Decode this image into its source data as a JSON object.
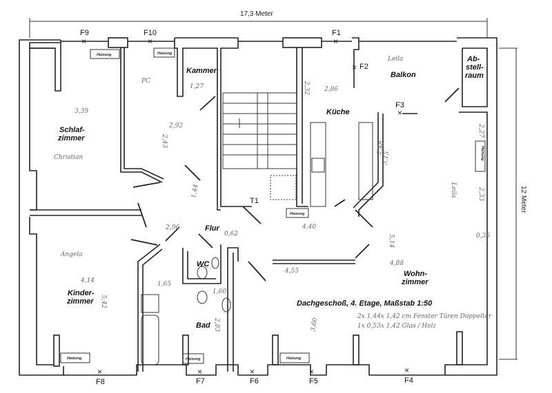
{
  "dimensions": {
    "width": "17,3 Meter",
    "height": "12 Meter"
  },
  "windows": [
    "F1",
    "F2",
    "F3",
    "F4",
    "F5",
    "F6",
    "F7",
    "F8",
    "F9",
    "F10"
  ],
  "heating_label": "Heizung",
  "rooms": {
    "kammer": "Kammer",
    "schlaf1": "Schlaf-",
    "schlaf2": "zimmer",
    "kueche": "Küche",
    "balkon": "Balkon",
    "abstell1": "Ab-",
    "abstell2": "stell-",
    "abstell3": "raum",
    "flur": "Flur",
    "wc": "WC",
    "bad": "Bad",
    "kinder1": "Kinder-",
    "kinder2": "zimmer",
    "wohn1": "Wohn-",
    "wohn2": "zimmer"
  },
  "door_label": "T1",
  "caption": "Dachgeschoß, 4. Etage, Maßstab 1:50",
  "handwritten": {
    "leila1": "Leila",
    "leila2": "Leila",
    "christian": "Christian",
    "angela": "Angela",
    "pc": "PC",
    "m1": "3,39",
    "m2": "2,92",
    "m3": "2,43",
    "m4": "1,27",
    "m5": "2,86",
    "m6": "2,32",
    "m7": "4,40",
    "m8": "4,55",
    "m9": "4,88",
    "m10": "4,14",
    "m11": "5,42",
    "m12": "1,44",
    "m13": "2,96",
    "m14": "0,62",
    "m15": "1,65",
    "m16": "1,60",
    "m17": "2,83",
    "m18": "3,60",
    "m19": "5,14",
    "m20": "0,35",
    "m21": "2,33",
    "m22": "2,27",
    "m23": "2,48",
    "m24": "3,15",
    "note1": "2x 1,44x 1,42 cm   Fenster Türen Doppelter",
    "note2": "1x 0,53x 1,42        Glas / Holz"
  }
}
